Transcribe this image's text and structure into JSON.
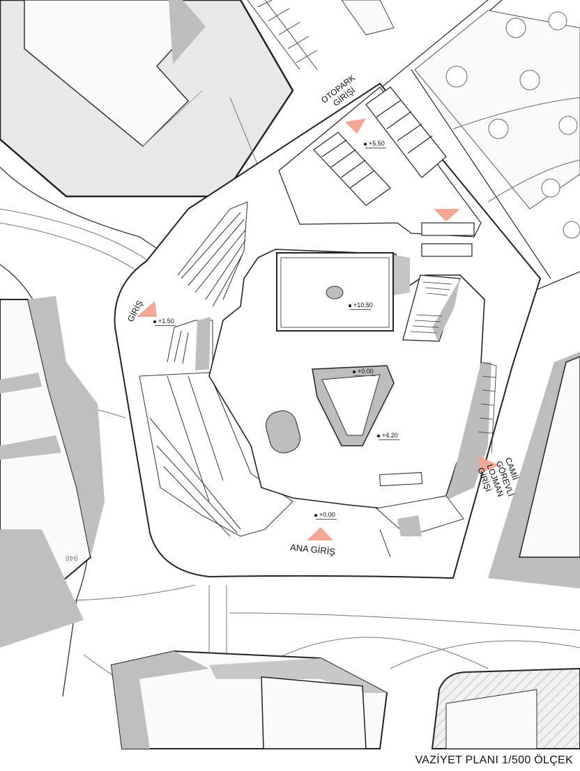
{
  "title": "VAZİYET PLANI 1/500 ÖLÇEK",
  "entrances": {
    "otopark": [
      "OTOPARK",
      "GİRİŞİ"
    ],
    "giris": "GİRİŞ",
    "ana": "ANA GİRİŞ",
    "lojman": [
      "CAMİİ",
      "GÖREVLİ",
      "LOJMAN",
      "GİRİŞİ"
    ]
  },
  "levels": {
    "otopark": "+5.50",
    "roof": "+10.50",
    "west": "+1.50",
    "court": "+0.00",
    "upper": "+4.20",
    "front": "+0.00"
  },
  "colors": {
    "arrow": "#f4a795",
    "shade": "#c4c4c4",
    "light_shade": "#e9e9e9",
    "line": "#222222"
  }
}
